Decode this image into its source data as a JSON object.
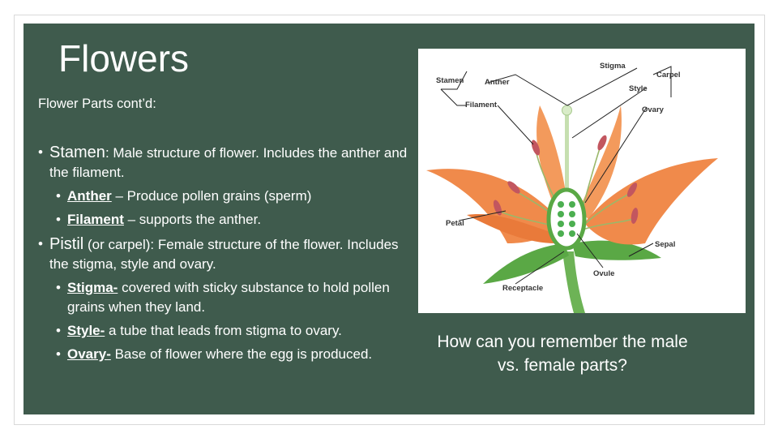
{
  "slide": {
    "title": "Flowers",
    "subtitle": "Flower Parts cont’d:",
    "stamen": {
      "term": "Stamen",
      "desc": ": Male structure of flower.  Includes the anther and the filament.",
      "items": [
        {
          "term": "Anther",
          "desc": " – Produce pollen grains (sperm)"
        },
        {
          "term": "Filament",
          "desc": " – supports the anther."
        }
      ]
    },
    "pistil": {
      "term": "Pistil",
      "desc": " (or carpel): Female structure of the flower. Includes the stigma, style and ovary.",
      "items": [
        {
          "term": "Stigma-",
          "desc": " covered with sticky substance to hold pollen grains when they land."
        },
        {
          "term": "Style-",
          "desc": " a tube that leads from stigma to ovary."
        },
        {
          "term": "Ovary-",
          "desc": " Base of flower where the egg is produced."
        }
      ]
    },
    "question": "How can you remember the male vs. female parts?",
    "diagram_labels": {
      "stamen": "Stamen",
      "anther": "Anther",
      "filament": "Filament",
      "stigma": "Stigma",
      "carpel": "Carpel",
      "style": "Style",
      "ovary": "Ovary",
      "petal": "Petal",
      "sepal": "Sepal",
      "ovule": "Ovule",
      "receptacle": "Receptacle"
    }
  },
  "colors": {
    "background": "#3f5b4d",
    "petal": "#f08a4b",
    "anther": "#c2565f",
    "sepal": "#5aa845"
  }
}
